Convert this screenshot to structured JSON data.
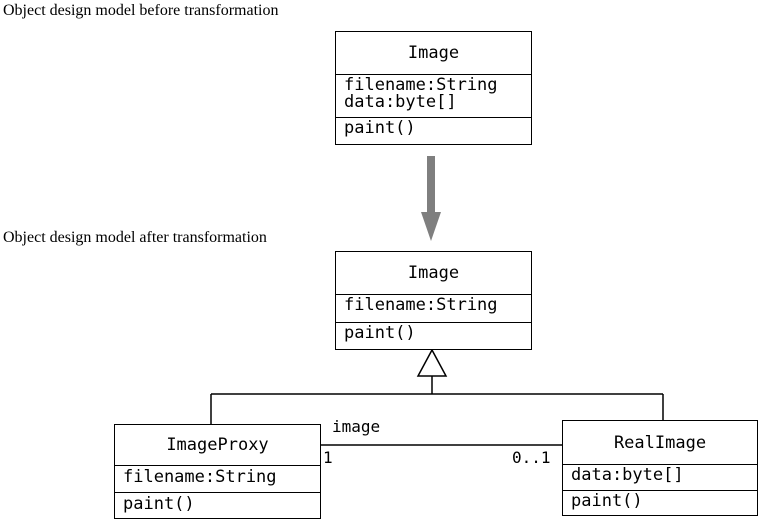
{
  "captions": {
    "before": "Object design model before transformation",
    "after": "Object design model after transformation"
  },
  "before": {
    "class_name": "Image",
    "attributes": [
      "filename:String",
      "data:byte[]"
    ],
    "operations": [
      "paint()"
    ]
  },
  "after": {
    "image": {
      "class_name": "Image",
      "attributes": [
        "filename:String"
      ],
      "operations": [
        "paint()"
      ]
    },
    "proxy": {
      "class_name": "ImageProxy",
      "attributes": [
        "filename:String"
      ],
      "operations": [
        "paint()"
      ]
    },
    "real": {
      "class_name": "RealImage",
      "attributes": [
        "data:byte[]"
      ],
      "operations": [
        "paint()"
      ]
    },
    "association": {
      "role": "image",
      "left_multiplicity": "1",
      "right_multiplicity": "0..1"
    }
  },
  "colors": {
    "arrow": "#7f7f7f",
    "line": "#000000"
  }
}
